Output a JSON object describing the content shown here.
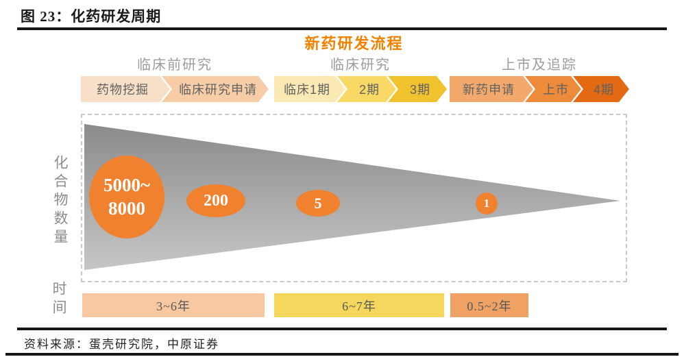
{
  "figure": {
    "title": "图 23：化药研发周期",
    "source": "资料来源：蛋壳研究院，中原证券"
  },
  "diagram": {
    "title": "新药研发流程",
    "title_color": "#F08200",
    "phases": [
      {
        "label": "临床前研究",
        "steps": [
          {
            "label": "药物挖掘",
            "color": "#F8DFC8"
          },
          {
            "label": "临床研究申请",
            "color": "#F6CDA6"
          }
        ],
        "duration": {
          "label": "3~6年",
          "color": "#F7C8A2"
        }
      },
      {
        "label": "临床研究",
        "steps": [
          {
            "label": "临床1期",
            "color": "#FAE9B2"
          },
          {
            "label": "2期",
            "color": "#F8D966"
          },
          {
            "label": "3期",
            "color": "#F0C32E"
          }
        ],
        "duration": {
          "label": "6~7年",
          "color": "#F5D75E"
        }
      },
      {
        "label": "上市及追踪",
        "steps": [
          {
            "label": "新药申请",
            "color": "#F3A96B"
          },
          {
            "label": "上市",
            "color": "#EE8B3B"
          },
          {
            "label": "4期",
            "color": "#E36A12"
          }
        ],
        "duration": {
          "label": "0.5~2年",
          "color": "#F0A265"
        }
      }
    ],
    "funnel": {
      "y_axis_label": "化合物数量",
      "x_axis_label": "时间",
      "bubble_color": "#F0812E",
      "gradient_top": "#8B8B8B",
      "gradient_bottom": "#C6C6C6",
      "counts": [
        {
          "line1": "5000~",
          "line2": "8000"
        },
        {
          "line1": "200"
        },
        {
          "line1": "5"
        },
        {
          "line1": "1"
        }
      ]
    }
  }
}
